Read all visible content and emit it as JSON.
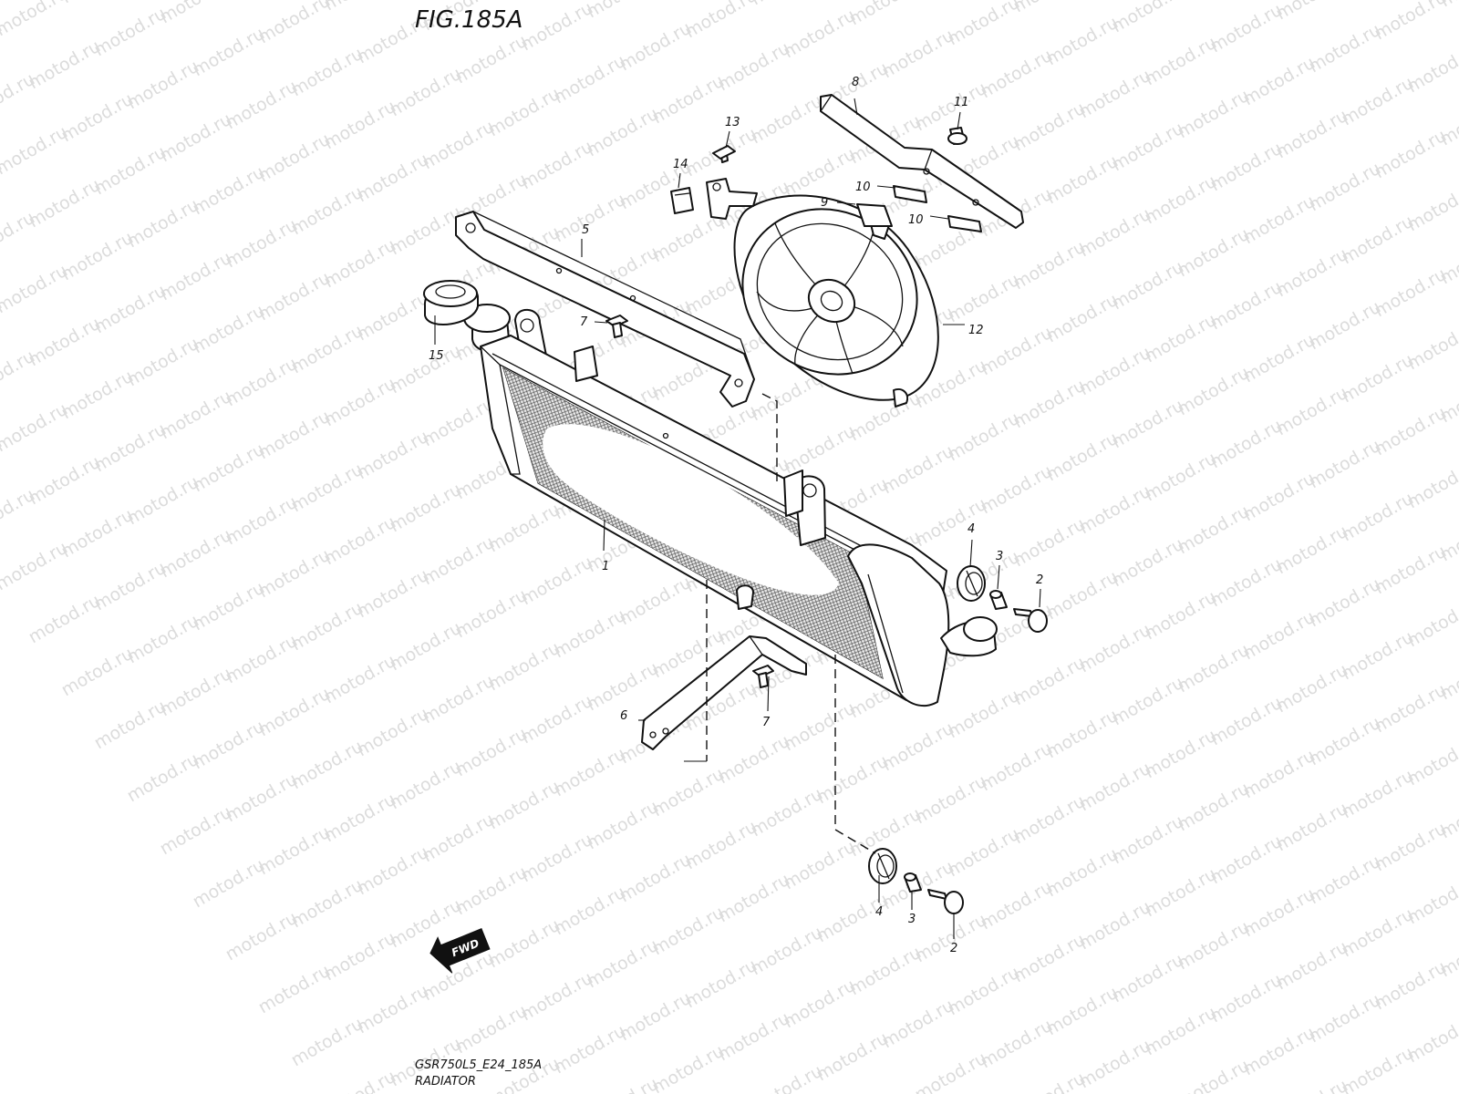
{
  "figure": {
    "title": "FIG.185A",
    "code": "GSR750L5_E24_185A",
    "name": "RADIATOR",
    "watermark": "motod.ru",
    "fwd_label": "FWD"
  },
  "callouts": {
    "c1": "1",
    "c2a": "2",
    "c2b": "2",
    "c3a": "3",
    "c3b": "3",
    "c4a": "4",
    "c4b": "4",
    "c5": "5",
    "c6": "6",
    "c7a": "7",
    "c7b": "7",
    "c8": "8",
    "c9": "9",
    "c10a": "10",
    "c10b": "10",
    "c11": "11",
    "c12": "12",
    "c13": "13",
    "c14": "14",
    "c15": "15"
  }
}
